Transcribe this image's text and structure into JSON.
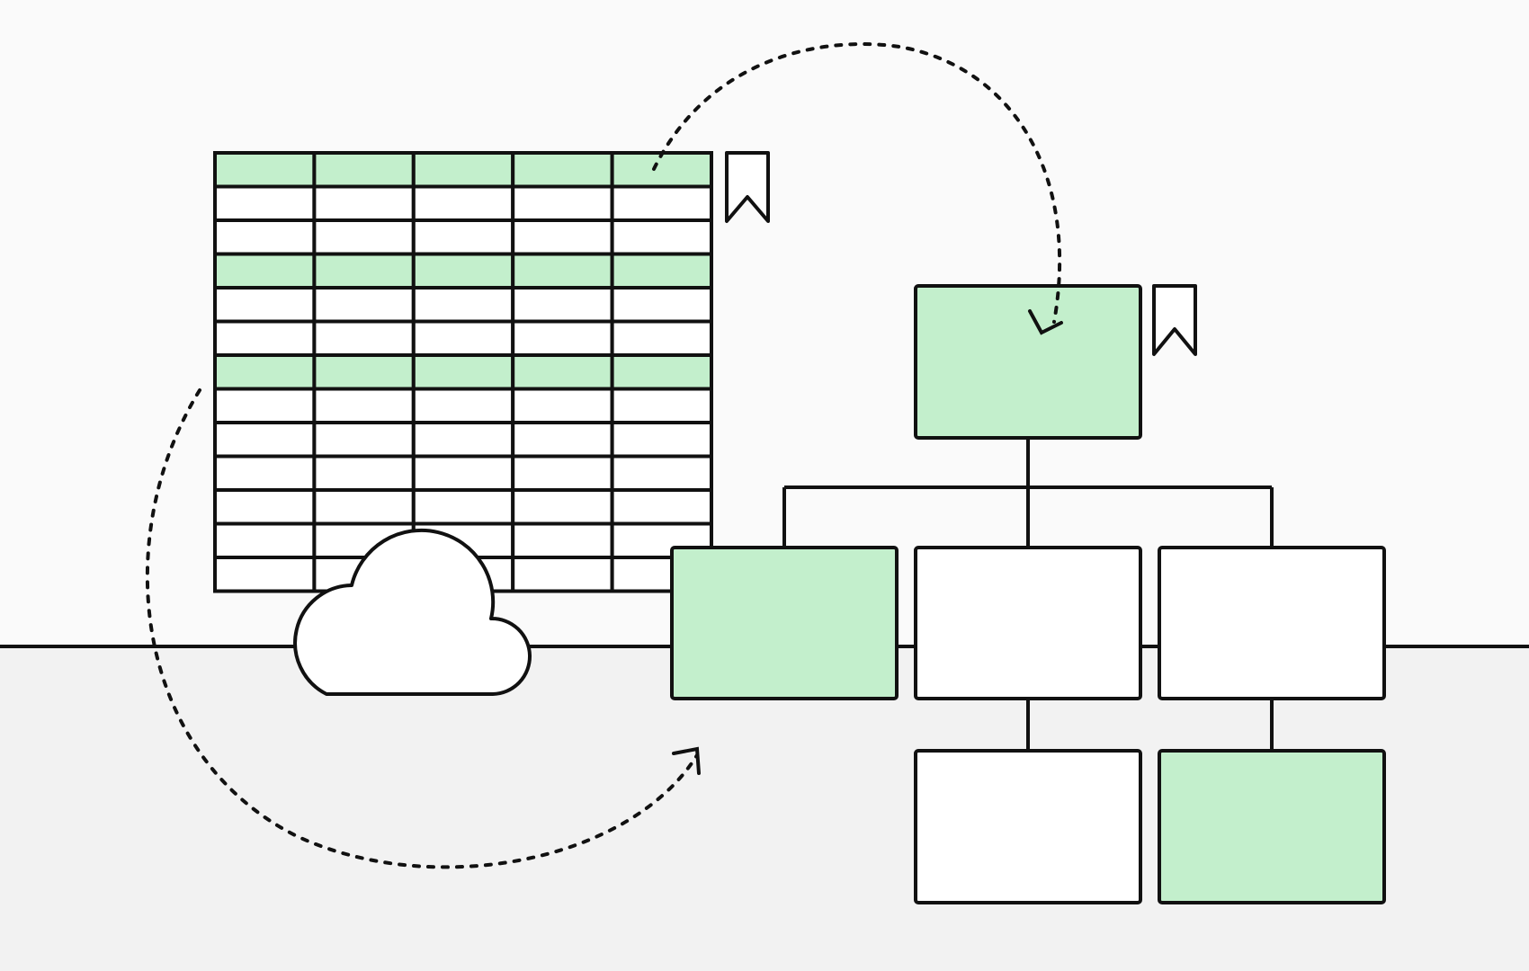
{
  "colors": {
    "background_top": "#fafafa",
    "background_bottom": "#f2f2f2",
    "stroke": "#111111",
    "highlight": "#c3efcc",
    "plain": "#ffffff"
  },
  "spreadsheet": {
    "columns": 5,
    "rows": 13,
    "highlighted_rows": [
      0,
      3,
      6
    ]
  },
  "bookmarks": [
    {
      "id": "bookmark-spreadsheet",
      "attached_to": "spreadsheet"
    },
    {
      "id": "bookmark-org-root",
      "attached_to": "org-root"
    }
  ],
  "cloud": {
    "icon": "cloud-icon"
  },
  "org_chart": {
    "nodes": [
      {
        "id": "root",
        "level": 0,
        "highlighted": true
      },
      {
        "id": "child-1",
        "level": 1,
        "highlighted": true
      },
      {
        "id": "child-2",
        "level": 1,
        "highlighted": false
      },
      {
        "id": "child-3",
        "level": 1,
        "highlighted": false
      },
      {
        "id": "grandchild-1",
        "level": 2,
        "parent": "child-2",
        "highlighted": false
      },
      {
        "id": "grandchild-2",
        "level": 2,
        "parent": "child-3",
        "highlighted": true
      }
    ]
  },
  "arrows": [
    {
      "id": "arrow-spreadsheet-to-root",
      "style": "dashed"
    },
    {
      "id": "arrow-spreadsheet-to-child-1",
      "style": "dashed"
    }
  ]
}
